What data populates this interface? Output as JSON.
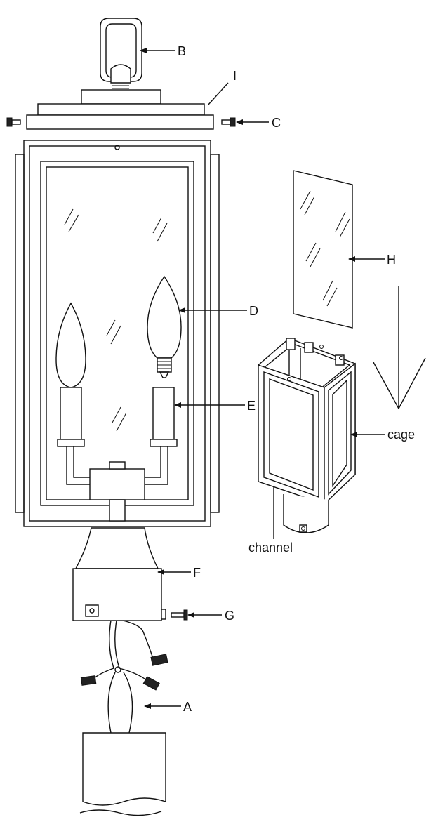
{
  "labels": {
    "A": "A",
    "B": "B",
    "C": "C",
    "D": "D",
    "E": "E",
    "F": "F",
    "G": "G",
    "H": "H",
    "I": "I",
    "cage": "cage",
    "channel": "channel"
  }
}
